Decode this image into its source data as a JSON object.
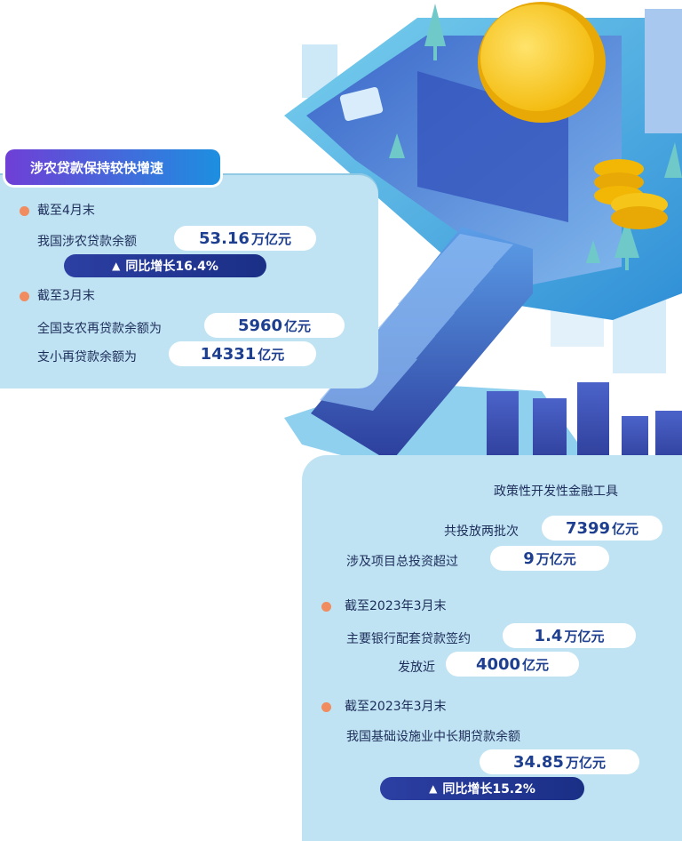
{
  "title": "涉农贷款保持较快增速",
  "section_a": {
    "date1": "截至4月末",
    "loan_label": "我国涉农贷款余额",
    "loan_value": "53.16",
    "loan_unit": "万亿元",
    "growth1": "同比增长16.4%",
    "date2": "截至3月末",
    "relend_agri_label": "全国支农再贷款余额为",
    "relend_agri_value": "5960",
    "relend_agri_unit": "亿元",
    "relend_small_label": "支小再贷款余额为",
    "relend_small_value": "14331",
    "relend_small_unit": "亿元"
  },
  "section_b": {
    "heading": "政策性开发性金融工具",
    "batches_label": "共投放两批次",
    "batches_value": "7399",
    "batches_unit": "亿元",
    "invest_label": "涉及项目总投资超过",
    "invest_value": "9",
    "invest_unit": "万亿元",
    "date3": "截至2023年3月末",
    "sign_label": "主要银行配套贷款签约",
    "sign_value": "1.4",
    "sign_unit": "万亿元",
    "issue_label": "发放近",
    "issue_value": "4000",
    "issue_unit": "亿元",
    "date4": "截至2023年3月末",
    "infra_label": "我国基础设施业中长期贷款余额",
    "infra_value": "34.85",
    "infra_unit": "万亿元",
    "growth2": "同比增长15.2%"
  },
  "icons": [
    "yuan-hand-icon",
    "coin-icon",
    "tree-icon",
    "leaf-icon"
  ],
  "colors": {
    "panel": "#bfe3f3",
    "value": "#1e3f8f",
    "bullet": "#f08c5f",
    "title_start": "#6f3fd6",
    "title_end": "#1d8fe0"
  }
}
